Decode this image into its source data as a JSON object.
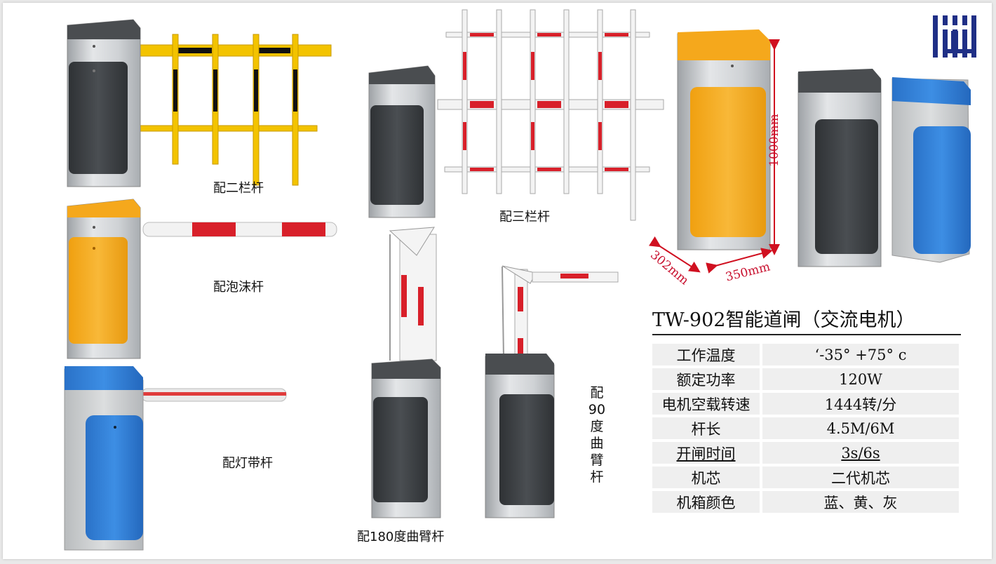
{
  "product": {
    "title": "TW-902智能道闸（交流电机）",
    "specs": [
      {
        "label": "工作温度",
        "value": "‘-35° +75° c"
      },
      {
        "label": "额定功率",
        "value": "120W"
      },
      {
        "label": "电机空载转速",
        "value": "1444转/分"
      },
      {
        "label": "杆长",
        "value": "4.5M/6M"
      },
      {
        "label": "开闸时间",
        "value": "3s/6s"
      },
      {
        "label": "机芯",
        "value": "二代机芯"
      },
      {
        "label": "机箱颜色",
        "value": "蓝、黄、灰"
      }
    ]
  },
  "variants": {
    "two_bar": "配二栏杆",
    "foam": "配泡沫杆",
    "light_strip": "配灯带杆",
    "three_bar": "配三栏杆",
    "arm_180": "配180度曲臂杆",
    "arm_90": [
      "配",
      "90",
      "度",
      "曲",
      "臂",
      "杆"
    ]
  },
  "dimensions": {
    "height": "1000mm",
    "depth": "302mm",
    "width": "350mm"
  },
  "colors": {
    "yellow": "#f5a81c",
    "blue": "#2f7fd6",
    "dark": "#3c3f42",
    "red": "#d8202a",
    "silver": "#c9ccd0"
  },
  "logo": {
    "icon": "company-logo-icon"
  }
}
